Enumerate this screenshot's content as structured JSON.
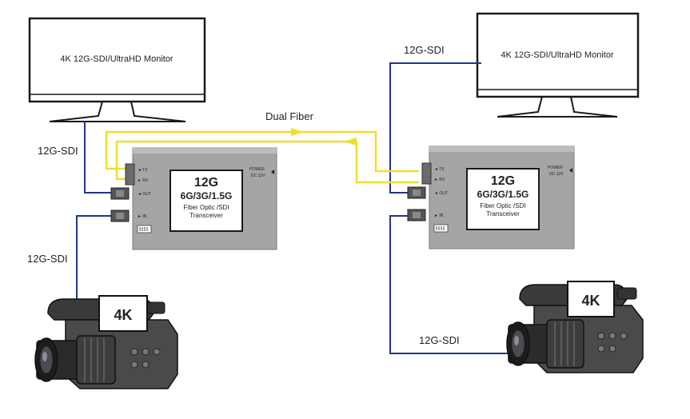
{
  "monitors": [
    {
      "label": "4K 12G-SDI/UltraHD Monitor"
    },
    {
      "label": "4K 12G-SDI/UltraHD Monitor"
    }
  ],
  "links": {
    "fiber_label": "Dual Fiber",
    "sdi_label": "12G-SDI"
  },
  "transceiver": {
    "main": "12G",
    "rates": "6G/3G/1.5G",
    "line1": "Fiber Optic /SDI",
    "line2": "Transceiver",
    "tx": "◄ TX",
    "rx": "► RX",
    "out": "◄ OUT",
    "in": "► IN",
    "power": "POWER",
    "dc": "DC 12V"
  },
  "camera": {
    "badge": "4K"
  },
  "colors": {
    "fiber": "#f1de2b",
    "sdi": "#24348c",
    "box": "#a5a5a5"
  }
}
